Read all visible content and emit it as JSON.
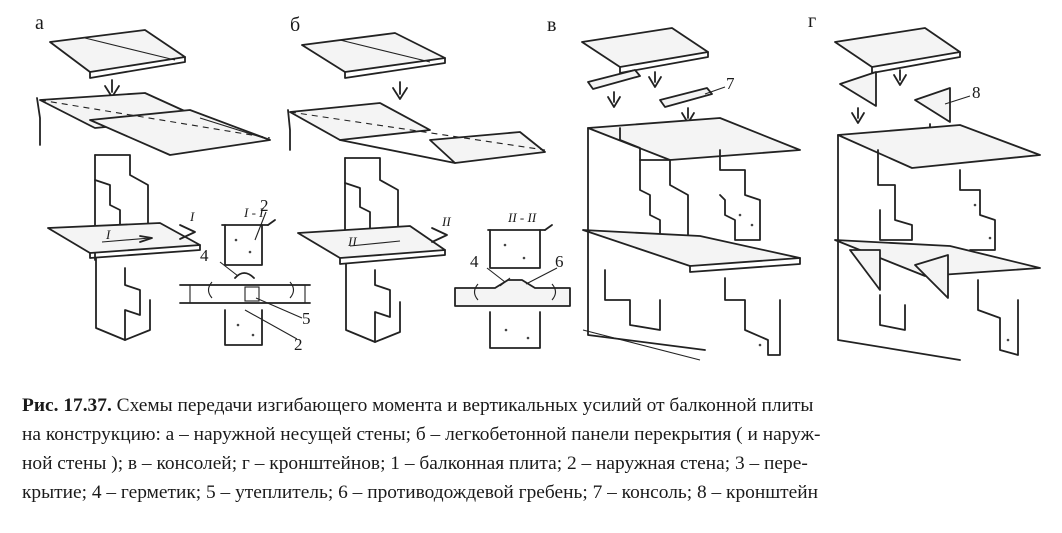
{
  "figure": {
    "panel_labels": [
      "а",
      "б",
      "в",
      "г"
    ],
    "section_marks": {
      "a_cut": "I",
      "a_section": "I - I",
      "b_cut": "II",
      "b_section": "II - II",
      "a_slab": "I",
      "b_slab": "II"
    },
    "callouts": {
      "a_two_top": "2",
      "a_four": "4",
      "a_five": "5",
      "a_two_bottom": "2",
      "b_four": "4",
      "b_six": "6",
      "v_seven": "7",
      "g_eight": "8"
    }
  },
  "caption": {
    "label": "Рис. 17.37.",
    "line1": " Схемы передачи изгибающего момента и вертикальных усилий от балконной плиты",
    "line2": "на  конструкцию: а – наружной несущей стены; б – легкобетонной панели перекрытия ( и наруж-",
    "line3": "ной стены ); в – консолей; г – кронштейнов; 1 – балконная плита; 2 – наружная стена; 3 – пере-",
    "line4": "крытие; 4 – герметик; 5 – утеплитель; 6 – противодождевой гребень; 7 – консоль; 8 – кронштейн"
  }
}
